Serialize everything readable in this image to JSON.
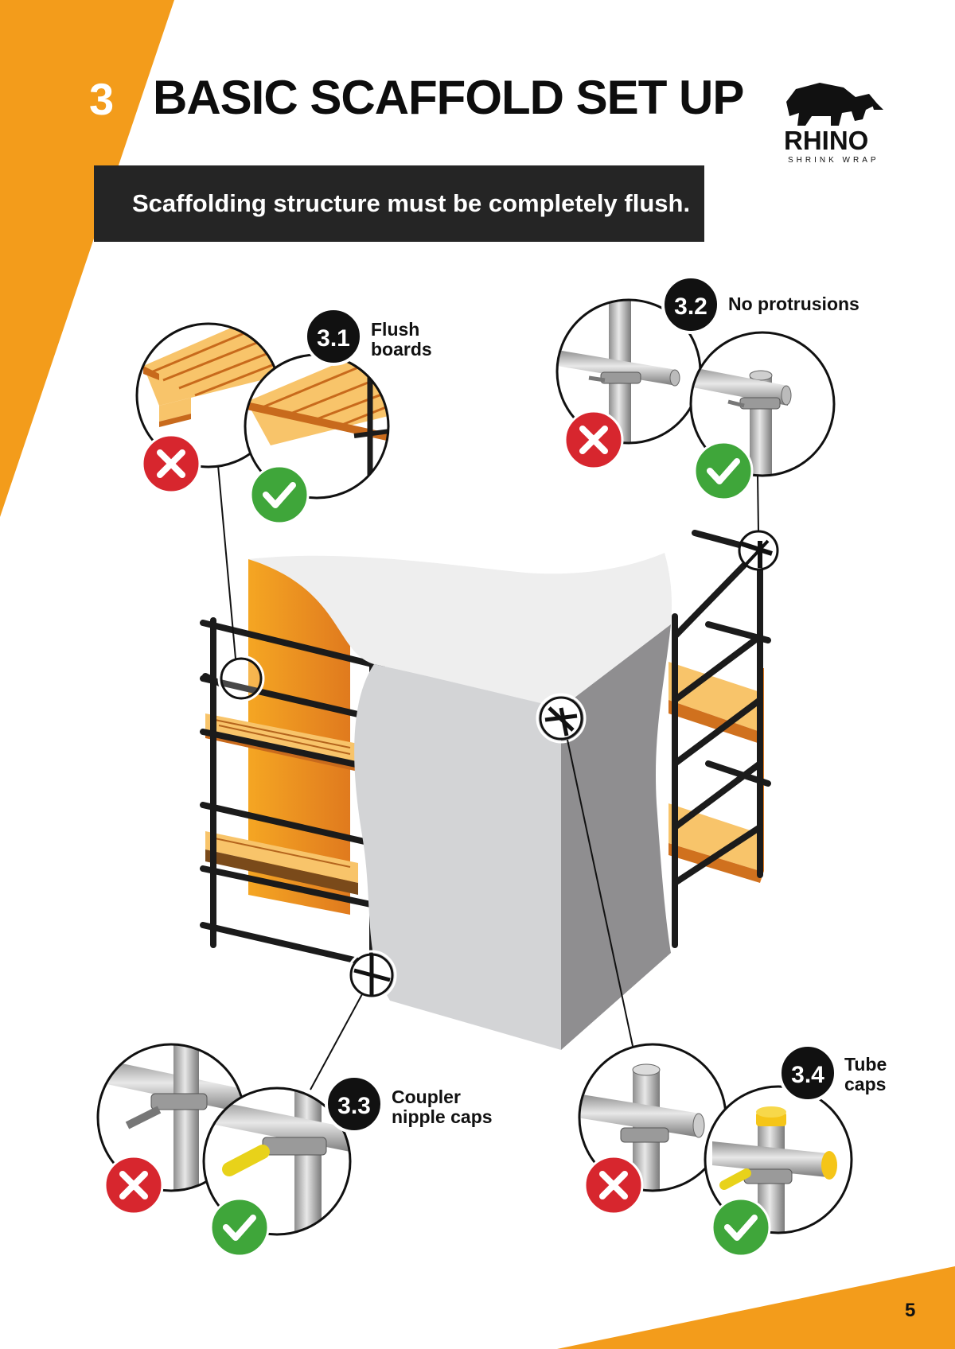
{
  "header": {
    "section_number": "3",
    "title": "BASIC SCAFFOLD SET UP",
    "banner": "Scaffolding structure must be completely flush."
  },
  "logo": {
    "name": "RHINO",
    "tagline": "SHRINK WRAP"
  },
  "callouts": [
    {
      "number": "3.1",
      "line1": "Flush",
      "line2": "boards"
    },
    {
      "number": "3.2",
      "line1": "No protrusions",
      "line2": ""
    },
    {
      "number": "3.3",
      "line1": "Coupler",
      "line2": "nipple caps"
    },
    {
      "number": "3.4",
      "line1": "Tube",
      "line2": "caps"
    }
  ],
  "footer": {
    "page_number": "5"
  },
  "colors": {
    "accent_orange": "#F39C1B",
    "dark_banner": "#252525",
    "wrong_red": "#D7262E",
    "right_green": "#3FA63A"
  }
}
